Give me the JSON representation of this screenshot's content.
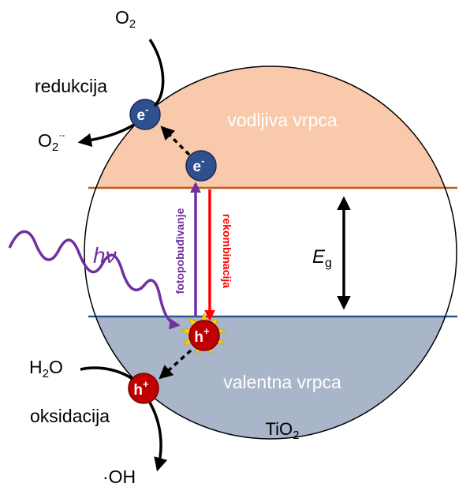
{
  "bands": {
    "conduction": "vodljiva vrpca",
    "valence": "valentna vrpca"
  },
  "material": {
    "base": "TiO",
    "sub": "2"
  },
  "gap_label": {
    "main": "E",
    "sub": "g"
  },
  "photon_label": "hν",
  "processes": {
    "excitation": "fotopobuđivanje",
    "recombination": "rekombinacija",
    "reduction": "redukcija",
    "oxidation": "oksidacija"
  },
  "species": {
    "o2": {
      "base": "O",
      "sub": "2"
    },
    "superoxide": {
      "base": "O",
      "sub": "2",
      "sup": "·-"
    },
    "water": {
      "base": "H",
      "sub": "2",
      "tail": "O"
    },
    "hydroxyl": "·OH"
  },
  "particles": {
    "electron": {
      "base": "e",
      "sup": "-"
    },
    "hole": {
      "base": "h",
      "sup": "+"
    }
  },
  "colors": {
    "conduction_band": "#f8c9aa",
    "valence_band": "#a9b5c8",
    "electron": "#2f4f8e",
    "hole": "#c00000",
    "excitation_arrow": "#7030a0",
    "recombination_arrow": "#ff0000",
    "cb_edge": "#c55a11",
    "vb_edge": "#2e5597"
  }
}
